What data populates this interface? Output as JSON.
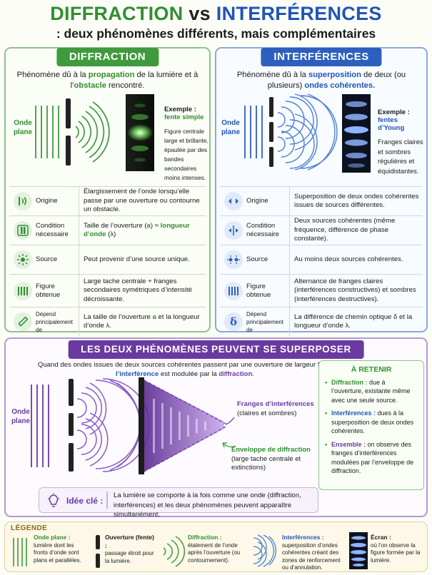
{
  "header": {
    "title_word1": "DIFFRACTION",
    "title_word2": "vs",
    "title_word3": "INTERFÉRENCES",
    "subtitle": ": deux phénomènes différents, mais complémentaires"
  },
  "diffraction": {
    "pill": "DIFFRACTION",
    "intro_a": "Phénomène dû à la ",
    "intro_b": "propagation",
    "intro_c": " de la lumière et à l’",
    "intro_d": "obstacle",
    "intro_e": " rencontré.",
    "onde_label": "Onde plane",
    "example_title": "Exemple :",
    "example_sub": "fente simple",
    "example_desc": "Figure centrale large et brillante, épaulée par des bandes secondaires moins intenses.",
    "rows": [
      {
        "key": "Origine",
        "value": "Élargissement de l’onde lorsqu’elle passe par une ouverture ou contourne un obstacle."
      },
      {
        "key": "Condition nécessaire",
        "value_a": "Taille de l’ouverture (",
        "value_b": "a",
        "value_c": ") ≈ ",
        "value_d": "longueur d’onde",
        "value_e": " (λ)"
      },
      {
        "key": "Source",
        "value": "Peut provenir d’une source unique."
      },
      {
        "key": "Figure obtenue",
        "value": "Large tache centrale + franges secondaires symétriques d’intensité décroissante."
      },
      {
        "key": "Dépend principalement de",
        "value_a": "La taille de l’ouverture ",
        "value_b": "a",
        "value_c": " et la longueur d’onde λ."
      }
    ]
  },
  "interferences": {
    "pill": "INTERFÉRENCES",
    "intro_a": "Phénomène dû à la ",
    "intro_b": "superposition",
    "intro_c": " de deux (ou plusieurs) ",
    "intro_d": "ondes cohérentes.",
    "onde_label": "Onde plane",
    "example_title": "Exemple :",
    "example_sub": "fentes d’Young",
    "example_desc": "Franges claires et sombres régulières et équidistantes.",
    "rows": [
      {
        "key": "Origine",
        "value": "Superposition de deux ondes cohérentes issues de sources différentes."
      },
      {
        "key": "Condition nécessaire",
        "value": "Deux sources cohérentes (même fréquence, différence de phase constante)."
      },
      {
        "key": "Source",
        "value": "Au moins deux sources cohérentes."
      },
      {
        "key": "Figure obtenue",
        "value": "Alternance de franges claires (interférences constructives) et sombres (interférences destructives)."
      },
      {
        "key": "Dépend principalement de",
        "value": "La différence de chemin optique δ et la longueur d’onde λ."
      }
    ]
  },
  "superpose": {
    "pill": "LES DEUX PHÉNOMÈNES PEUVENT SE SUPERPOSER",
    "intro_a": "Quand des ondes issues de deux sources cohérentes passent par une ouverture de largeur finie, ",
    "intro_b": "l’interférence",
    "intro_c": " est modulée par la ",
    "intro_d": "diffraction",
    "intro_e": ".",
    "onde_label": "Onde plane",
    "franges_title": "Franges d’interférences",
    "franges_sub": "(claires et sombres)",
    "enveloppe_title": "Enveloppe de diffraction",
    "enveloppe_sub": "(large tache centrale et extinctions)",
    "retenir_title": "À RETENIR",
    "retenir": [
      {
        "head": "Diffraction :",
        "text": " due à l’ouverture, existante même avec une seule source."
      },
      {
        "head": "Interférences :",
        "text": " dues à la superposition de deux ondes cohérentes."
      },
      {
        "head": "Ensemble :",
        "text": " on observe des franges d’interférences modulées par l’enveloppe de diffraction."
      }
    ],
    "idee_label": "Idée clé :",
    "idee_text": "La lumière se comporte à la fois comme une onde (diffraction, interférences) et les deux phénomènes peuvent apparaître simultanément."
  },
  "legend": {
    "title": "LÉGENDE",
    "items": [
      {
        "head": "Onde plane :",
        "text": "lumière dont les fronts d’onde sont plans et parallèles."
      },
      {
        "head": "Ouverture (fente) :",
        "text": "passage étroit pour la lumière."
      },
      {
        "head": "Diffraction :",
        "text": "étalement de l’onde après l’ouverture (ou contournement)."
      },
      {
        "head": "Interférences :",
        "text": "superposition d’ondes cohérentes créant des zones de renforcement ou d’annulation."
      },
      {
        "head": "Écran :",
        "text": "où l’on observe la figure formée par la lumière."
      }
    ]
  },
  "colors": {
    "green": "#2f8f2f",
    "blue": "#1f55b7",
    "purple": "#6a3aa0",
    "gold": "#8a6a12"
  }
}
